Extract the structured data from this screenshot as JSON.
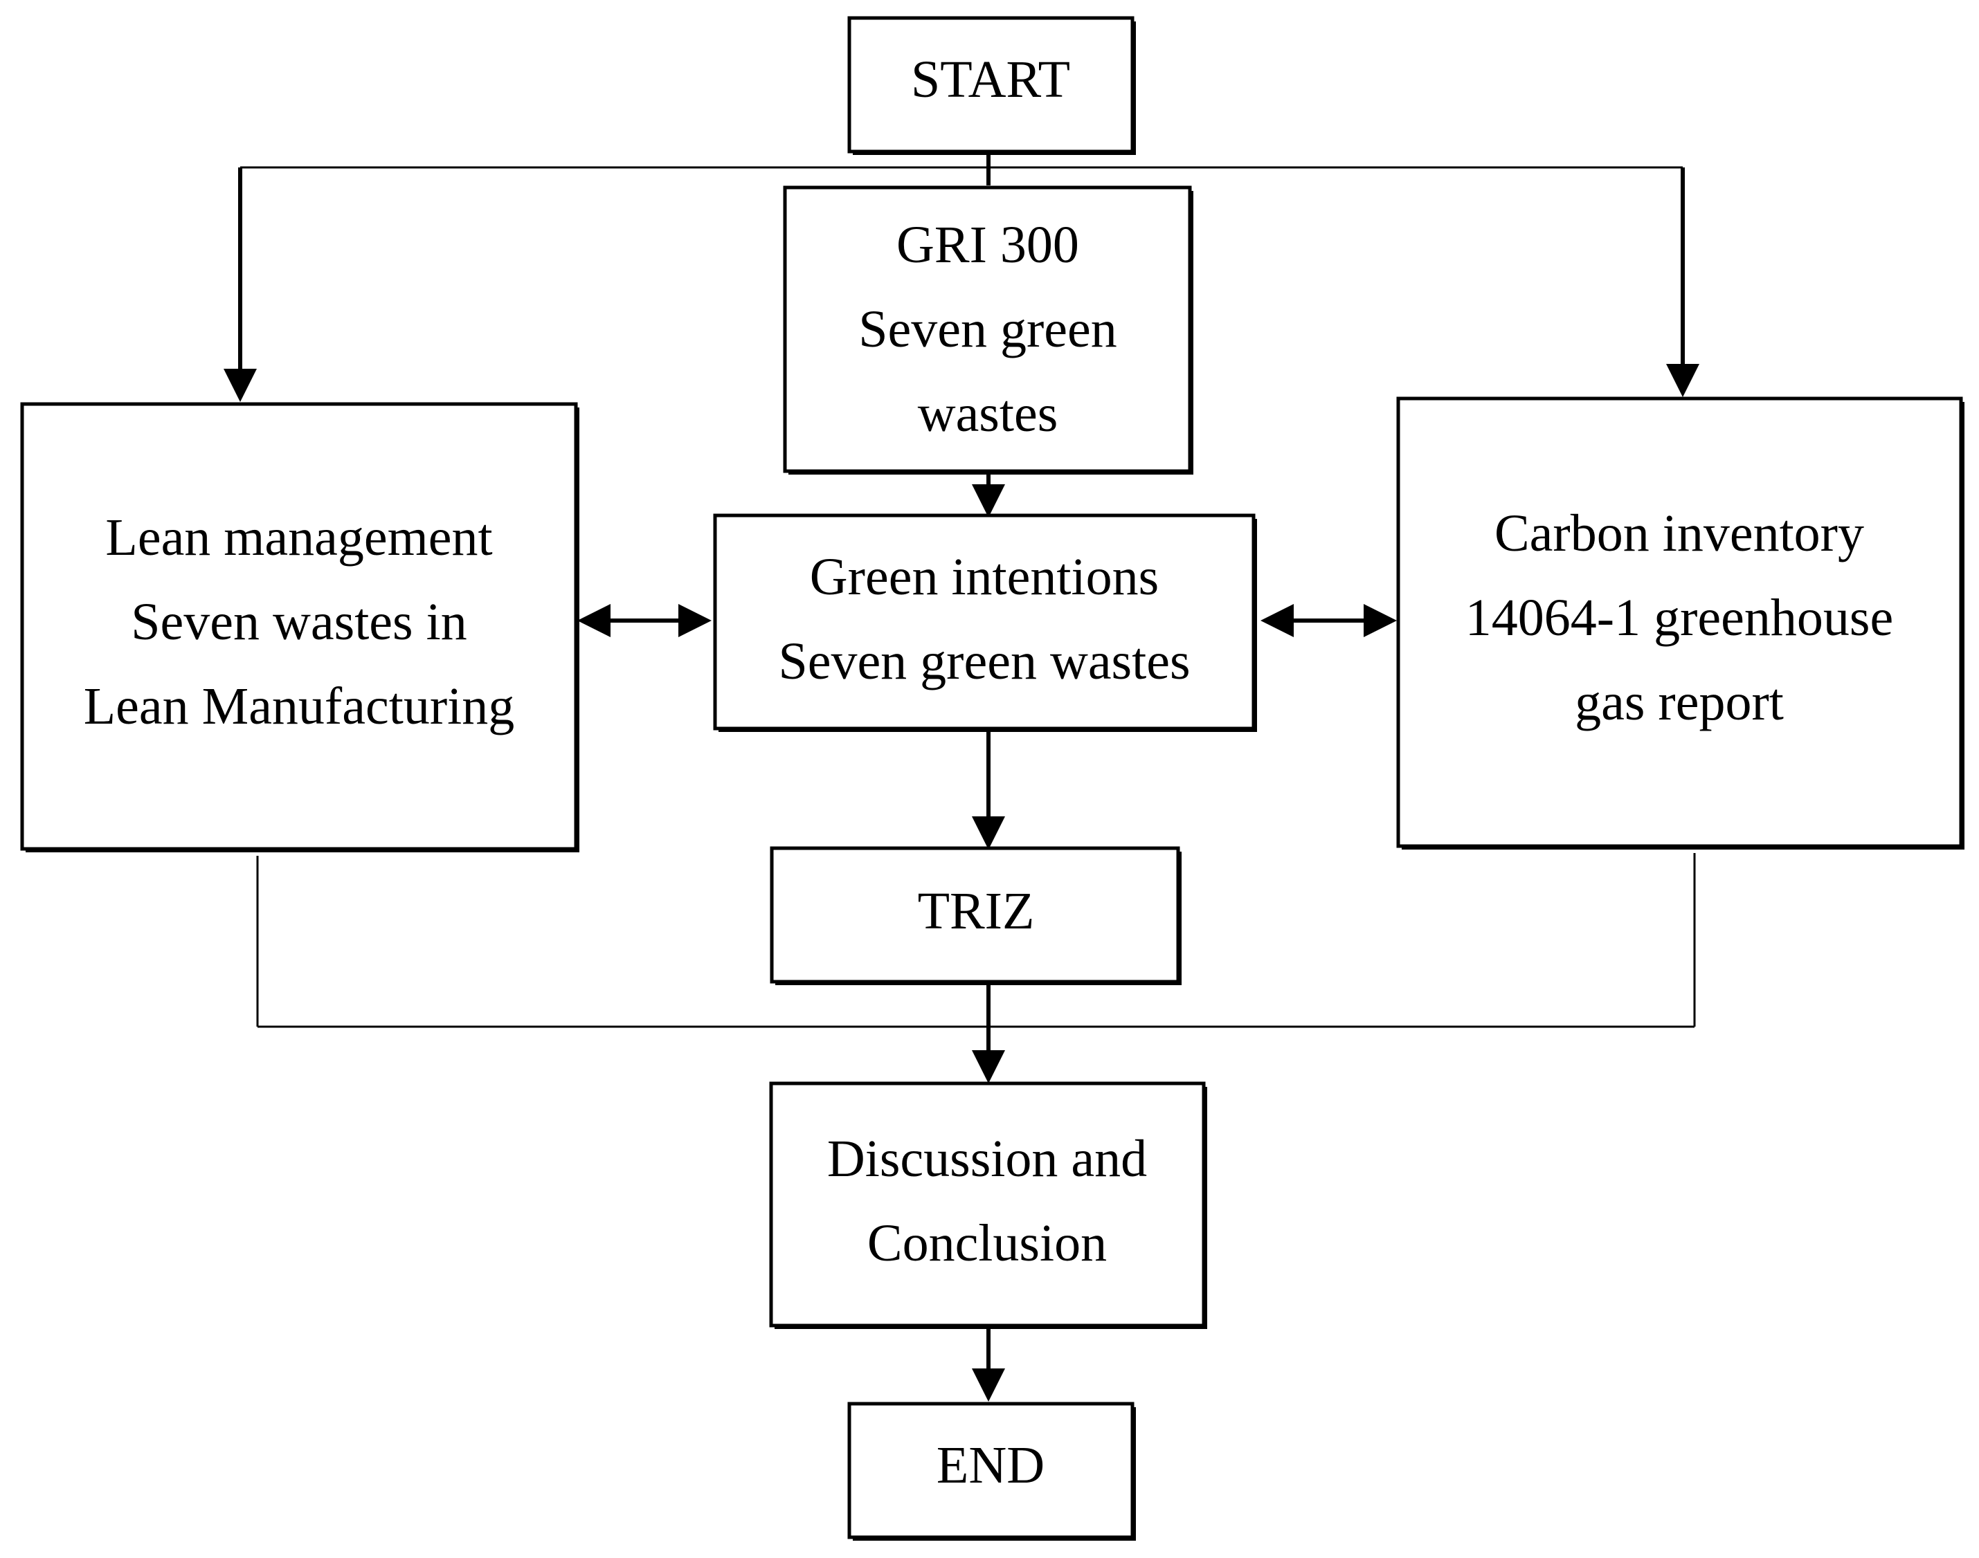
{
  "nodes": {
    "start": {
      "lines": [
        "START"
      ]
    },
    "gri": {
      "lines": [
        "GRI 300",
        "Seven green",
        "wastes"
      ]
    },
    "lean": {
      "lines": [
        "Lean management",
        "Seven wastes in",
        "Lean Manufacturing"
      ]
    },
    "green": {
      "lines": [
        "Green intentions",
        "Seven green wastes"
      ]
    },
    "carbon": {
      "lines": [
        "Carbon inventory",
        "14064-1 greenhouse",
        "gas report"
      ]
    },
    "triz": {
      "lines": [
        "TRIZ"
      ]
    },
    "discussion": {
      "lines": [
        "Discussion and",
        "Conclusion"
      ]
    },
    "end": {
      "lines": [
        "END"
      ]
    }
  },
  "colors": {
    "stroke": "#000000",
    "background": "#ffffff"
  }
}
